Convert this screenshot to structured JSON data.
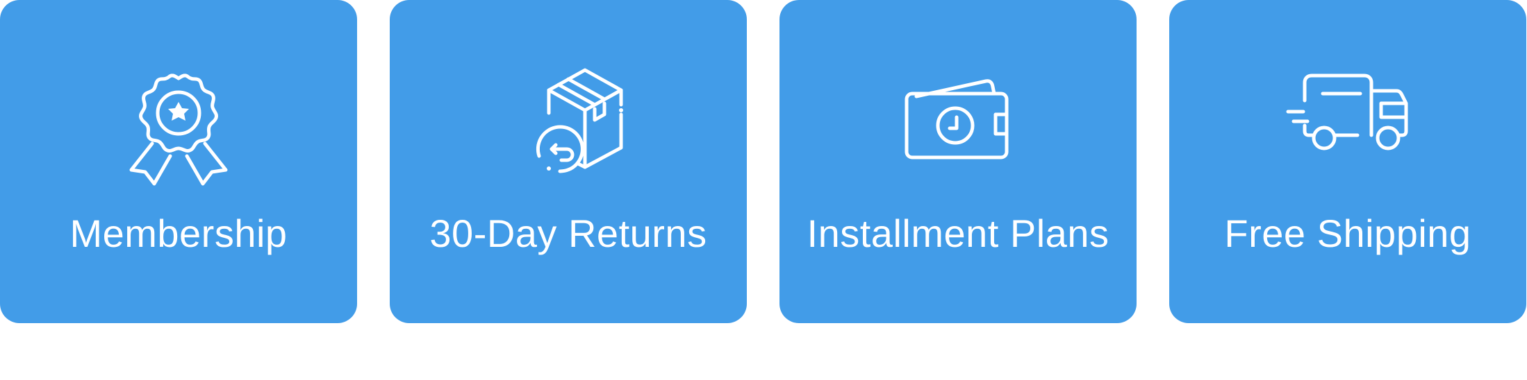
{
  "colors": {
    "card_background": "#429CE8",
    "text": "#FFFFFF",
    "page_background": "#FFFFFF"
  },
  "features": [
    {
      "label": "Membership",
      "icon": "award-ribbon-icon"
    },
    {
      "label": "30-Day Returns",
      "icon": "box-return-icon"
    },
    {
      "label": "Installment Plans",
      "icon": "wallet-clock-icon"
    },
    {
      "label": "Free Shipping",
      "icon": "delivery-truck-icon"
    }
  ]
}
